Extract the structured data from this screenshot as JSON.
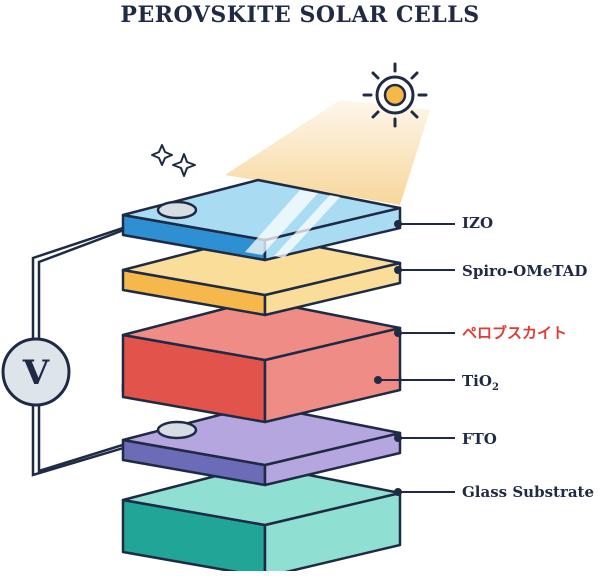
{
  "title": "PEROVSKITE SOLAR CELLS",
  "voltmeter_symbol": "V",
  "colors": {
    "outline": "#1f2b44",
    "title": "#1f2b44",
    "label": "#1f2b44",
    "highlight_label": "#e23b32",
    "sun_ray": "#f5c97a"
  },
  "layers": [
    {
      "label": "IZO",
      "color_top": "#a9dcf3",
      "color_side": "#2f8fd3"
    },
    {
      "label": "Spiro-OMeTAD",
      "color_top": "#f9dd98",
      "color_side": "#f6b74b"
    },
    {
      "label": "ペロブスカイト",
      "color_top": "#f08c86",
      "color_side": "#e2534c",
      "highlight": true
    },
    {
      "label": "TiO",
      "label_sub": "2",
      "color_top": "#c7d3dc",
      "color_side": "#8ea2b6"
    },
    {
      "label": "FTO",
      "color_top": "#b6a6e0",
      "color_side": "#6c6bb8"
    },
    {
      "label": "Glass Substrate",
      "color_top": "#8fe0d3",
      "color_side": "#21a596"
    }
  ],
  "icons": {
    "sun": "sun-icon",
    "sparkle": "sparkle-icon",
    "voltmeter": "voltmeter-icon"
  }
}
